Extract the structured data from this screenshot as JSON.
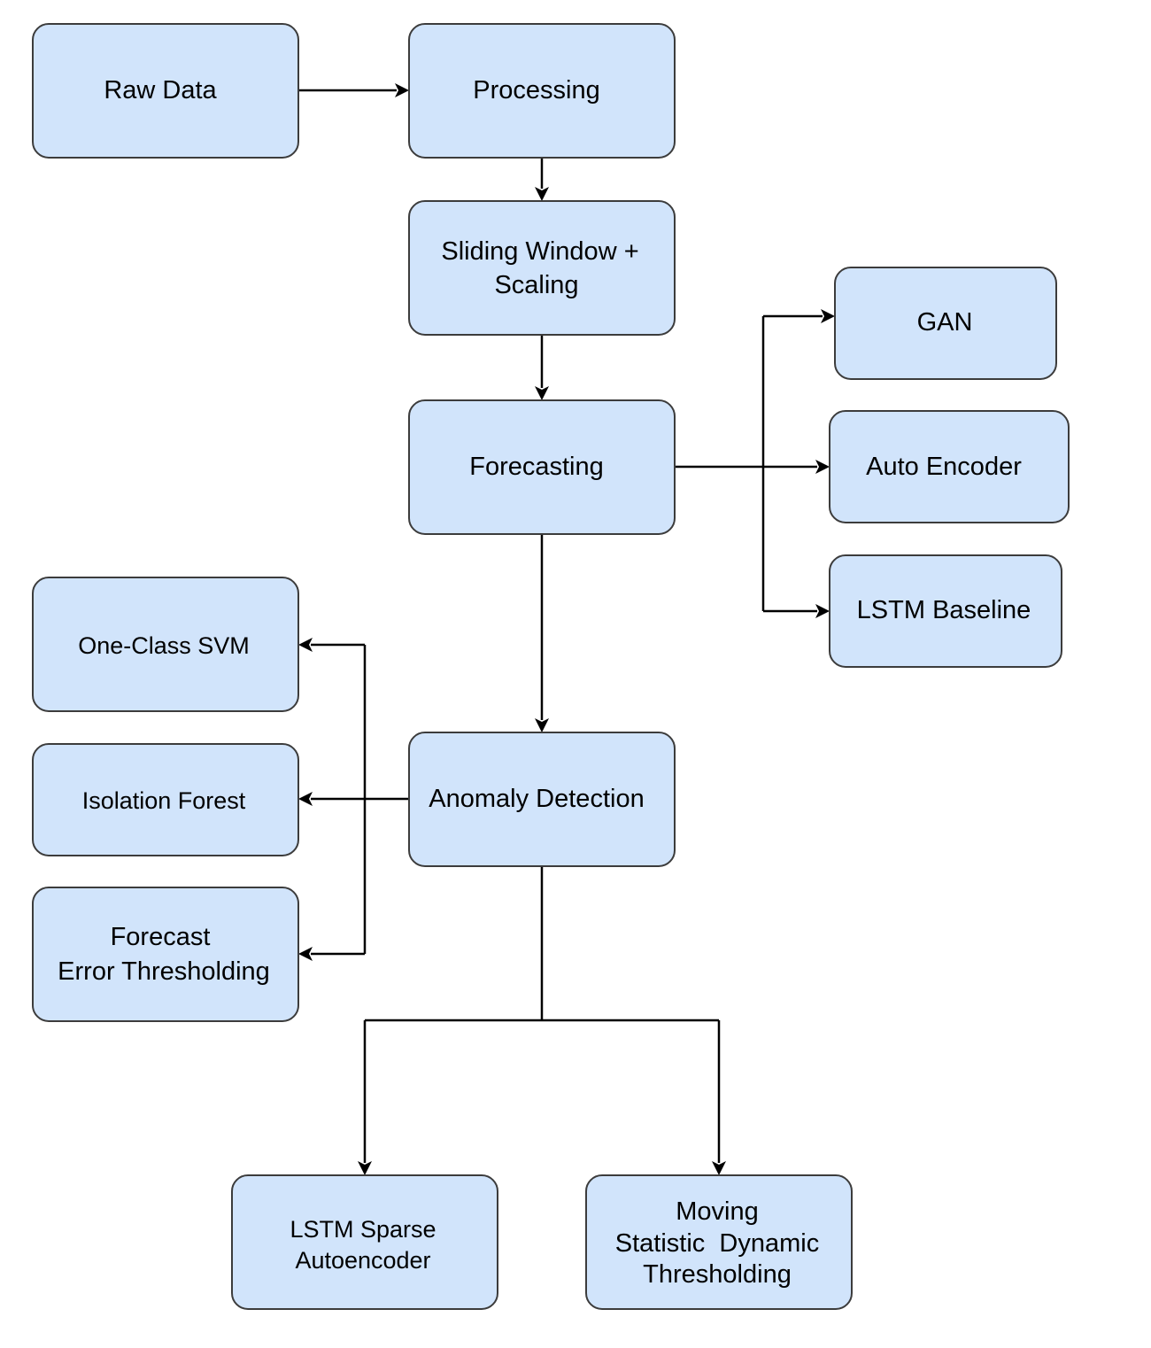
{
  "nodes": {
    "raw_data": "Raw Data",
    "processing": "Processing",
    "sliding_window": [
      "Sliding Window +",
      "Scaling"
    ],
    "forecasting": "Forecasting",
    "gan": "GAN",
    "auto_encoder": "Auto Encoder",
    "lstm_baseline": "LSTM Baseline",
    "anomaly_detection": "Anomaly Detection",
    "one_class_svm": "One-Class SVM",
    "isolation_forest": "Isolation Forest",
    "forecast_error_thresholding": [
      "Forecast",
      "Error Thresholding"
    ],
    "lstm_sparse_autoencoder": [
      "LSTM Sparse",
      "Autoencoder"
    ],
    "moving_statistic": [
      "Moving",
      "Statistic  Dynamic",
      "Thresholding"
    ]
  },
  "colors": {
    "node_fill": "#d1e4fb",
    "node_stroke": "#3c3c3c",
    "edge": "#000000"
  }
}
